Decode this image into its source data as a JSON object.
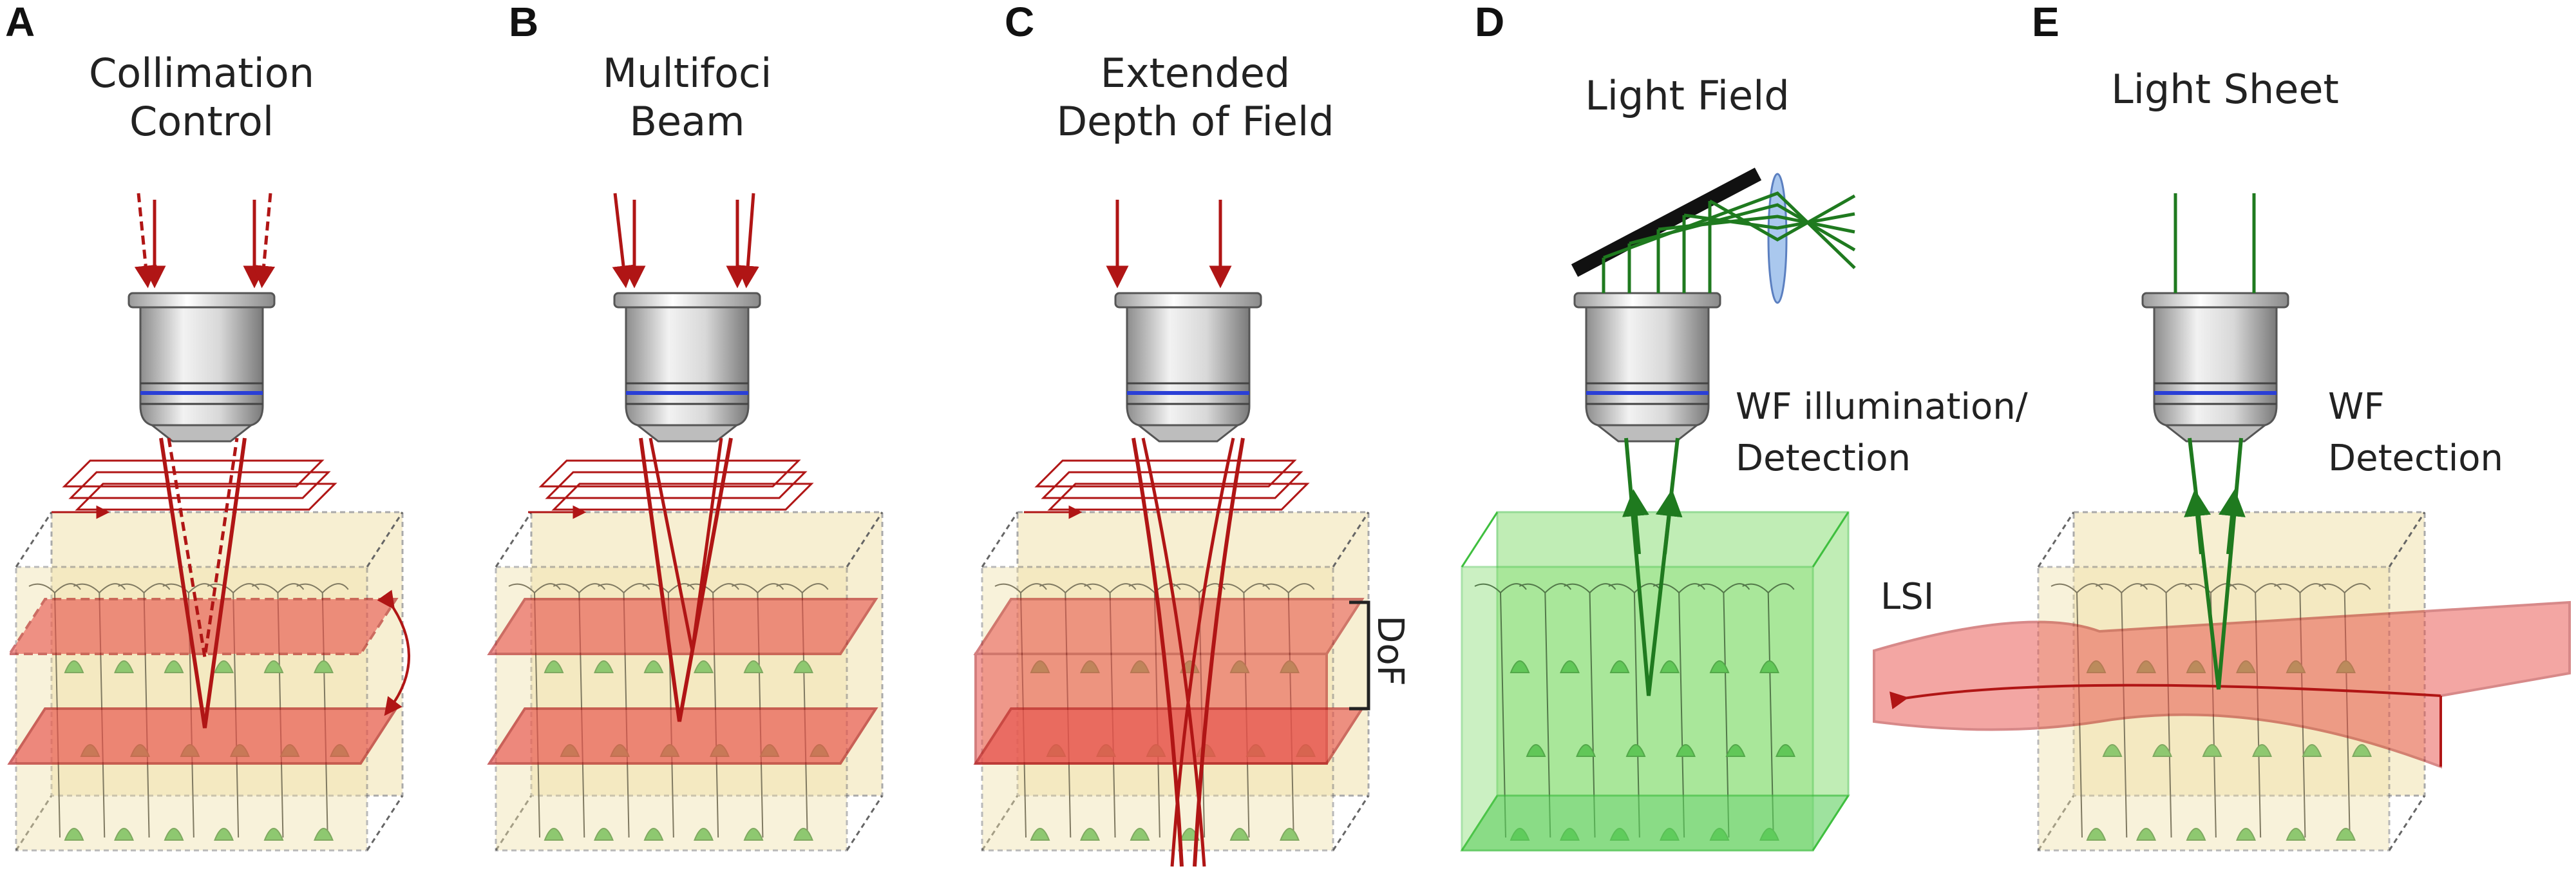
{
  "panels": [
    {
      "letter": "A",
      "title": [
        "Collimation",
        "Control"
      ]
    },
    {
      "letter": "B",
      "title": [
        "Multifoci",
        "Beam"
      ]
    },
    {
      "letter": "C",
      "title": [
        "Extended",
        "Depth of Field"
      ],
      "label": "DoF"
    },
    {
      "letter": "D",
      "title": [
        "Light Field"
      ],
      "label": [
        "WF illumination/",
        "Detection"
      ]
    },
    {
      "letter": "E",
      "title": [
        "Light Sheet"
      ],
      "label": [
        "WF",
        "Detection"
      ],
      "side_label": "LSI"
    }
  ],
  "colors": {
    "excitation": "#b01515",
    "plane_fill": "#e8504a",
    "detection": "#1f7a1f",
    "volume_fill": "#f1e3ae",
    "volume_green": "#8ee07a",
    "objective_ring": "#2a3fd6",
    "lens": "#aac8ee"
  },
  "icons": [
    "microscope-objective-icon",
    "neuron-volume-icon",
    "mirror-icon",
    "lens-icon"
  ]
}
